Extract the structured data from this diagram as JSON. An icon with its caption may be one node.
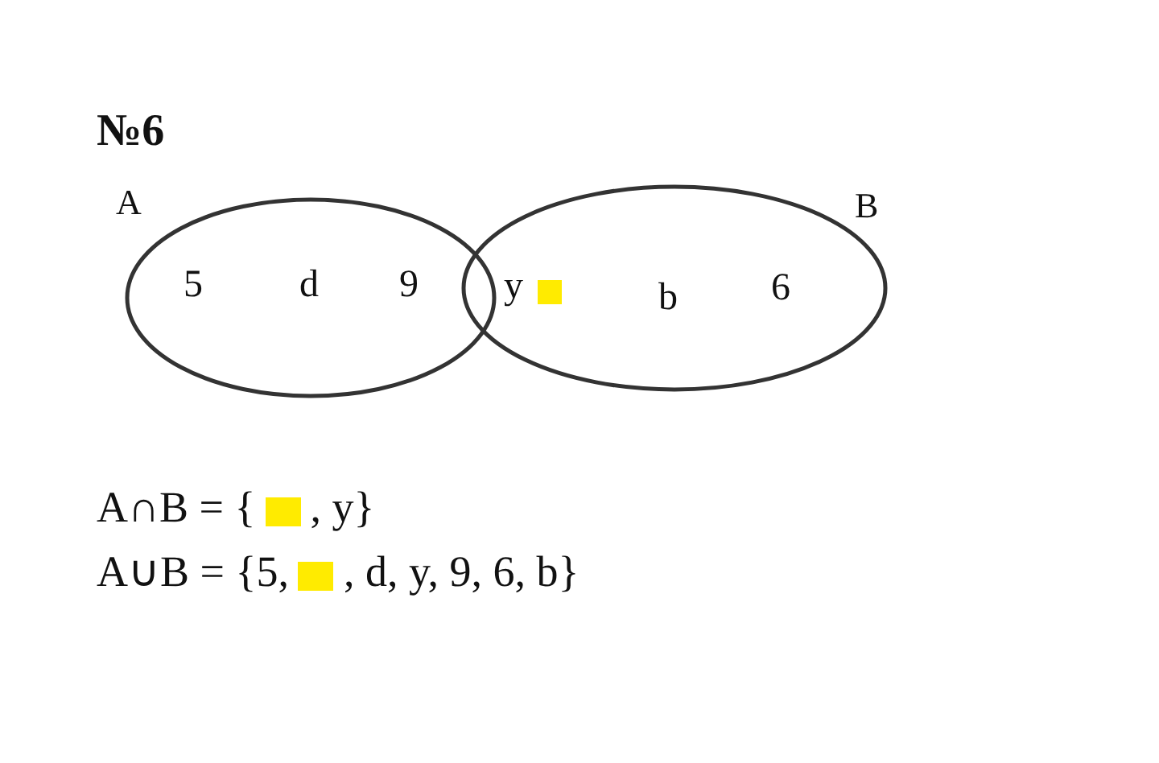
{
  "diagram": {
    "nodes": [
      {
        "text": [
          "A",
          "5",
          "d",
          "9"
        ]
      },
      {
        "text": [
          "B",
          "b",
          "6"
        ]
      }
    ],
    "labels": [
      "№6",
      "y",
      "A∩B = {",
      ", y}",
      "A∪B = {5,",
      ", d, y, 9, 6, b}"
    ]
  }
}
